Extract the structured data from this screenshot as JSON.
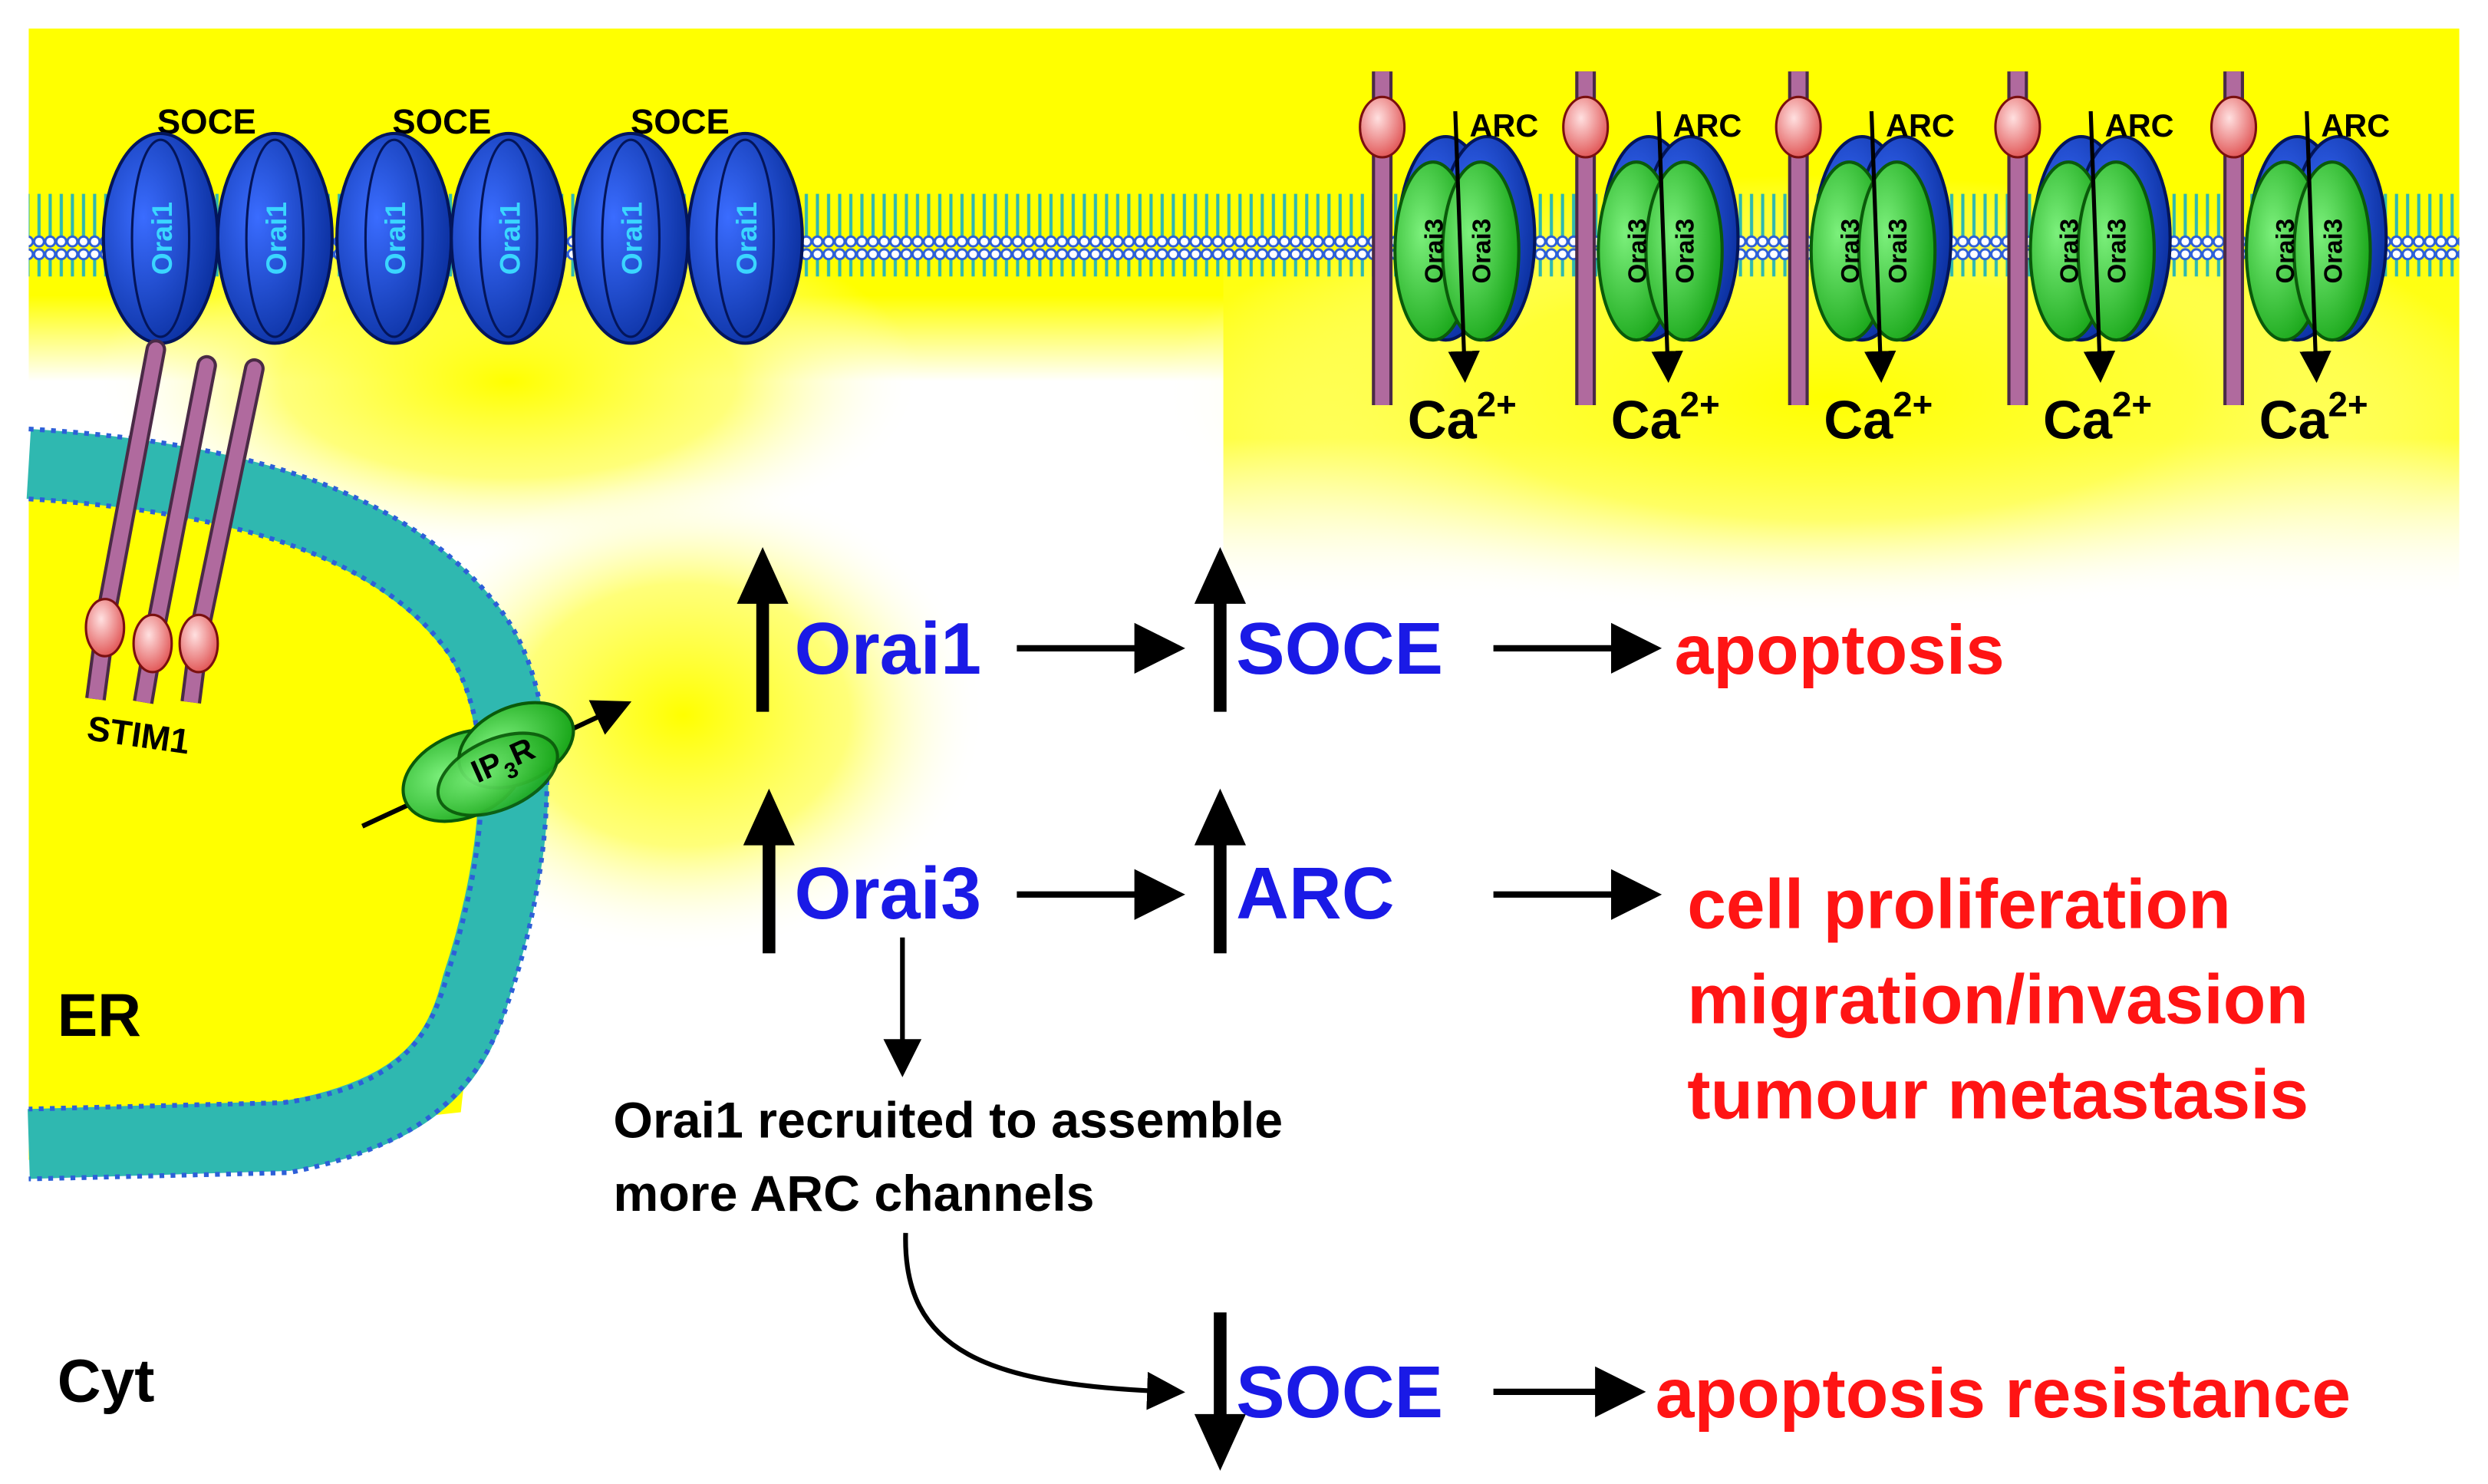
{
  "membrane": {
    "soce_labels": [
      "SOCE",
      "SOCE",
      "SOCE"
    ],
    "orai1_label": "Orai1",
    "orai3_label": "Orai3",
    "arc_label": "ARC",
    "ca_base": "Ca",
    "ca_sup": "2+"
  },
  "er": {
    "stim1_label": "STIM1",
    "ip3r_base": "IP",
    "ip3r_sub": "3",
    "ip3r_tail": "R",
    "er_label": "ER",
    "cyt_label": "Cyt"
  },
  "pathway": {
    "row1": {
      "node": "Orai1",
      "mid": "SOCE",
      "outcome": "apoptosis"
    },
    "row2": {
      "node": "Orai3",
      "mid": "ARC",
      "outcomes": [
        "cell proliferation",
        "migration/invasion",
        "tumour metastasis"
      ]
    },
    "note_lines": [
      "Orai1 recruited to assemble",
      "more ARC channels"
    ],
    "row3": {
      "mid": "SOCE",
      "outcome": "apoptosis resistance"
    }
  },
  "colors": {
    "cytoplasm": "#ffff00",
    "membrane_teal": "#2fb8b0",
    "membrane_blue": "#2d5fd8",
    "orai1": "#0a36b8",
    "orai3": "#1ec81e",
    "stim": "#b06a9e",
    "node_text": "#1a1ae6",
    "outcome_text": "#ff1414",
    "dark": "#000000"
  }
}
